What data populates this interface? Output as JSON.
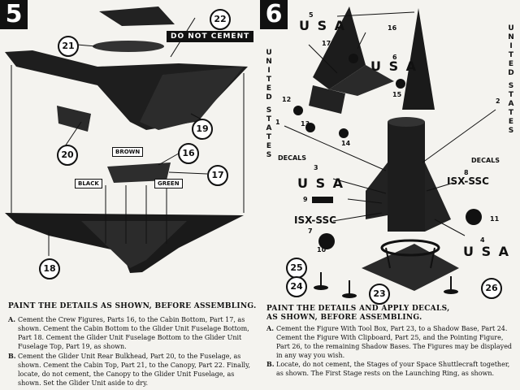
{
  "step5": {
    "number": "5",
    "callouts": [
      "22",
      "21",
      "19",
      "20",
      "16",
      "17",
      "18"
    ],
    "do_not_cement": "DO NOT CEMENT",
    "paint": {
      "brown": "BROWN",
      "black": "BLACK",
      "green": "GREEN"
    },
    "heading": "PAINT THE DETAILS AS SHOWN, BEFORE ASSEMBLING.",
    "instructions": [
      {
        "key": "A.",
        "text": "Cement the Crew Figures, Parts 16, to the Cabin Bottom, Part 17, as shown. Cement the Cabin Bottom to the Glider Unit Fuselage Bottom, Part 18. Cement the Glider Unit Fuselage Bottom to the Glider Unit Fuselage Top, Part 19, as shown."
      },
      {
        "key": "B.",
        "text": "Cement the Glider Unit Rear Bulkhead, Part 20, to the Fuselage, as shown. Cement the Cabin Top, Part 21, to the Canopy, Part 22. Finally, locate, do not cement, the Canopy to the Glider Unit Fuselage, as shown. Set the Glider Unit aside to dry."
      }
    ]
  },
  "step6": {
    "number": "6",
    "vertical_left": [
      "U",
      "N",
      "I",
      "T",
      "E",
      "D",
      "",
      "S",
      "T",
      "A",
      "T",
      "E",
      "S"
    ],
    "vertical_right": [
      "U",
      "N",
      "I",
      "T",
      "E",
      "D",
      "",
      "S",
      "T",
      "A",
      "T",
      "E",
      "S"
    ],
    "decal_numbers": [
      "5",
      "16",
      "17",
      "6",
      "15",
      "12",
      "13",
      "14",
      "1",
      "2",
      "3",
      "8",
      "9",
      "7",
      "11",
      "10",
      "4"
    ],
    "usa": "U S A",
    "isx": "ISX-SSC",
    "decals": "DECALS",
    "callouts": [
      "25",
      "24",
      "23",
      "26"
    ],
    "heading_1": "PAINT THE DETAILS AND APPLY DECALS,",
    "heading_2": "AS SHOWN, BEFORE ASSEMBLING.",
    "instructions": [
      {
        "key": "A.",
        "text": "Cement the Figure With Tool Box, Part 23, to a Shadow Base, Part 24. Cement the Figure With Clipboard, Part 25, and the Pointing Figure, Part 26, to the remaining Shadow Bases. The Figures may be displayed in any way you wish."
      },
      {
        "key": "B.",
        "text": "Locate, do not cement, the Stages of your Space Shuttlecraft together, as shown. The First Stage rests on the Launching Ring, as shown."
      }
    ]
  }
}
